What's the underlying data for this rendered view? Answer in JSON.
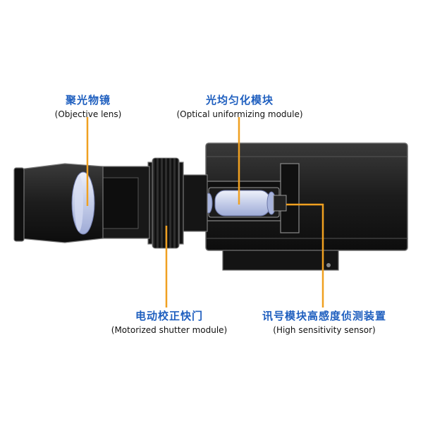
{
  "labels": {
    "objective_lens": {
      "zh": "聚光物镜",
      "en": "(Objective lens)"
    },
    "optical_uniformizing": {
      "zh": "光均匀化模块",
      "en": "(Optical uniformizing module)"
    },
    "motorized_shutter": {
      "zh": "电动校正快门",
      "en": "(Motorized shutter module)"
    },
    "high_sensitivity_sensor": {
      "zh": "讯号模块高感度侦测装置",
      "en": "(High sensitivity sensor)"
    }
  },
  "colors": {
    "leader_line": "#f0a020",
    "lens_tint": "#c9d3ee",
    "body_dark": "#1a1a1a",
    "heading_blue": "#1f5fbf"
  }
}
